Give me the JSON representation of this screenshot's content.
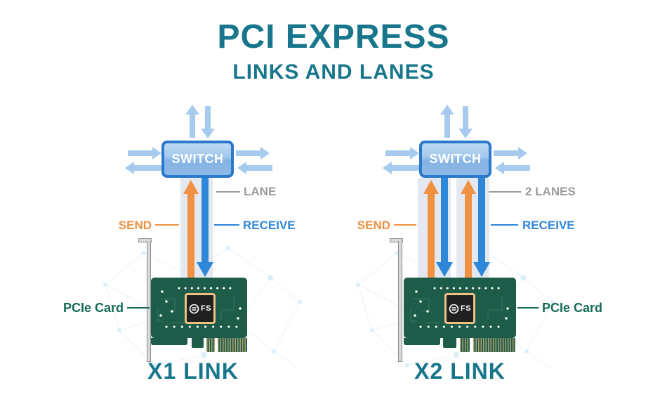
{
  "title": "PCI EXPRESS",
  "subtitle": "LINKS AND LANES",
  "colors": {
    "teal": "#17768b",
    "orange": "#ef9140",
    "blue": "#2f87da",
    "light_blue": "#a7cbee",
    "gray": "#9b9b9b",
    "card_green": "#1e5c4a",
    "label_green": "#156a57",
    "switch_border": "#2a79ca",
    "lane_band": "#e4e9f1",
    "chip_border": "#eec084"
  },
  "diagrams": [
    {
      "switch_label": "SWITCH",
      "lane_label": "LANE",
      "send_label": "SEND",
      "receive_label": "RECEIVE",
      "card_label": "PCIe Card",
      "chip_label": "FS",
      "link_label": "X1 LINK",
      "lanes": 1
    },
    {
      "switch_label": "SWITCH",
      "lane_label": "2 LANES",
      "send_label": "SEND",
      "receive_label": "RECEIVE",
      "card_label": "PCIe Card",
      "chip_label": "FS",
      "link_label": "X2 LINK",
      "lanes": 2
    }
  ]
}
